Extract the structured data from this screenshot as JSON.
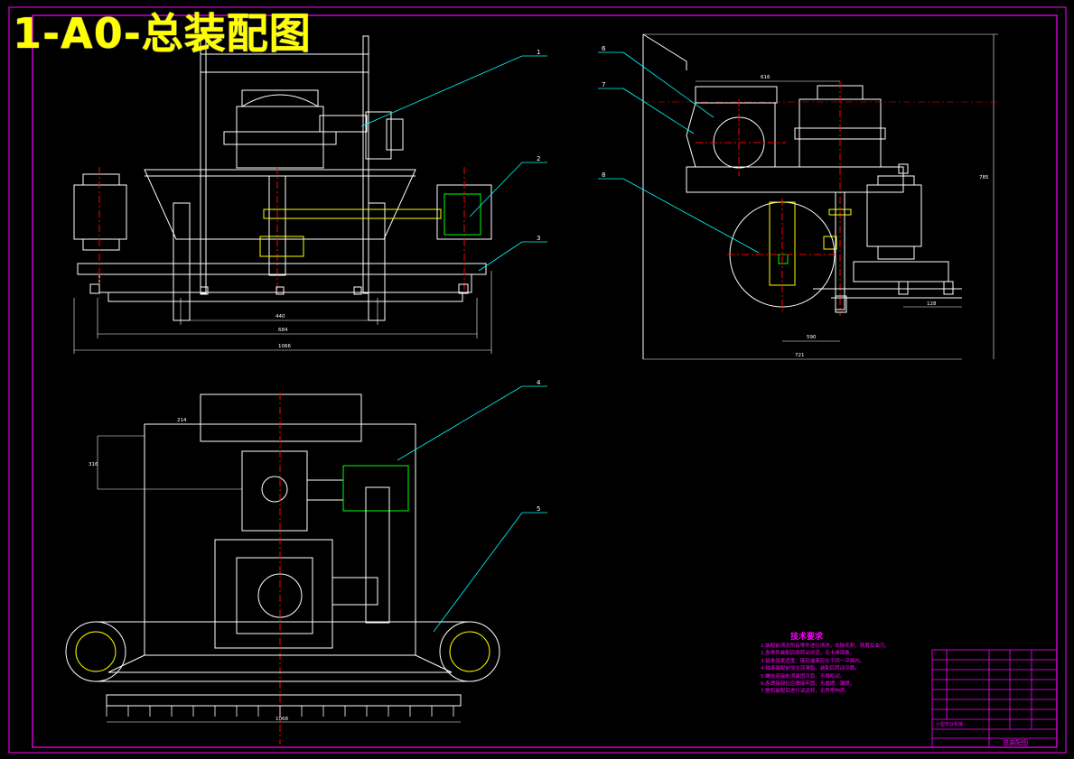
{
  "drawing": {
    "title": "1-A0-总装配图",
    "colors": {
      "background": "#000000",
      "frame": "#ff00ff",
      "part_outline": "#ffffff",
      "gear_highlight": "#ffff00",
      "leader_line": "#00ffff",
      "center_line": "#ff0000",
      "section_fill": "#00ff00",
      "title_text": "#ffff00"
    }
  },
  "balloons": [
    "1",
    "2",
    "3",
    "4",
    "5",
    "6",
    "7",
    "8"
  ],
  "dimensions": {
    "front": [
      "440",
      "684",
      "1066"
    ],
    "side": [
      "616",
      "785",
      "128",
      "590",
      "721"
    ],
    "top": [
      "214",
      "316",
      "1068"
    ]
  },
  "technical_requirements": {
    "title": "技术要求",
    "items": [
      "1.装配前须对所有零件进行清洗，去除毛刺、铁屑及油污。",
      "2.各零件装配后须转动灵活，无卡滞现象。",
      "3.链条张紧适度，链轮端面应位于同一平面内。",
      "4.轴承装配前加注润滑脂，装配后转动平稳。",
      "5.螺栓连接处须紧固可靠，不得松动。",
      "6.各焊接部位应焊接牢固，无虚焊、漏焊。",
      "7.整机装配后进行试运转，无异常响声。"
    ]
  },
  "title_block": {
    "machine_name": "小型农业机械",
    "drawing_name": "总装配图",
    "rows": 9
  }
}
